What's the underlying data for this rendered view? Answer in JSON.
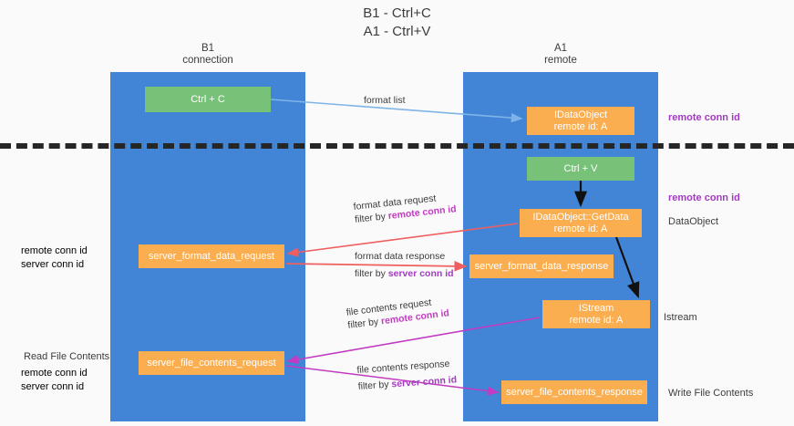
{
  "title": {
    "line1": "B1 - Ctrl+C",
    "line2": "A1 - Ctrl+V"
  },
  "columns": [
    {
      "name": "b1",
      "line1": "B1",
      "line2": "connection"
    },
    {
      "name": "a1",
      "line1": "A1",
      "line2": "remote"
    }
  ],
  "nodes": {
    "ctrl_c": {
      "label": "Ctrl + C",
      "color": "#77c278"
    },
    "idataobject": {
      "line1": "IDataObject",
      "line2": "remote id: A",
      "color": "#fbae50"
    },
    "ctrl_v": {
      "label": "Ctrl + V",
      "color": "#77c278"
    },
    "getdata": {
      "line1": "IDataObject::GetData",
      "line2": "remote id: A",
      "color": "#fbae50"
    },
    "server_format_data_request": {
      "label": "server_format_data_request",
      "color": "#fbae50"
    },
    "server_format_data_response": {
      "label": "server_format_data_response",
      "color": "#fbae50"
    },
    "istream": {
      "line1": "IStream",
      "line2": "remote id: A",
      "color": "#fbae50"
    },
    "server_file_contents_request": {
      "label": "server_file_contents_request",
      "color": "#fbae50"
    },
    "server_file_contents_response": {
      "label": "server_file_contents_response",
      "color": "#fbae50"
    }
  },
  "edge_labels": {
    "format_list": "format list",
    "format_data_request": "format data request",
    "format_data_request_filter_prefix": "filter by ",
    "format_data_request_filter_key": "remote conn id",
    "format_data_response": "format data response",
    "format_data_response_filter_prefix": "filter by ",
    "format_data_response_filter_key": "server conn id",
    "file_contents_request": "file contents request",
    "file_contents_request_filter_prefix": "filter by ",
    "file_contents_request_filter_key": "remote conn id",
    "file_contents_response": "file contents response",
    "file_contents_response_filter_prefix": "filter by ",
    "file_contents_response_filter_key": "server conn id"
  },
  "annotations": {
    "right_remote_conn_id_top": "remote conn id",
    "right_remote_conn_id_mid": "remote conn id",
    "right_dataobject": "DataObject",
    "right_istream": "Istream",
    "right_write_file_contents": "Write File Contents",
    "left_remote_conn_id_mid": "remote conn id",
    "left_server_conn_id_mid": "server conn id",
    "left_read_file_contents": "Read File Contents",
    "left_remote_conn_id_low": "remote conn id",
    "left_server_conn_id_low": "server conn id"
  },
  "colors": {
    "lane": "#4285d6",
    "green_node": "#77c278",
    "orange_node": "#fbae50",
    "purple_text": "#a33bc2",
    "green_text": "#58a55c",
    "magenta_arrow": "#c23bc2",
    "red_arrow": "#ef5f5f",
    "light_blue_arrow": "#7fb4e8",
    "dashed_rule": "#262626",
    "background": "#fafafa"
  }
}
